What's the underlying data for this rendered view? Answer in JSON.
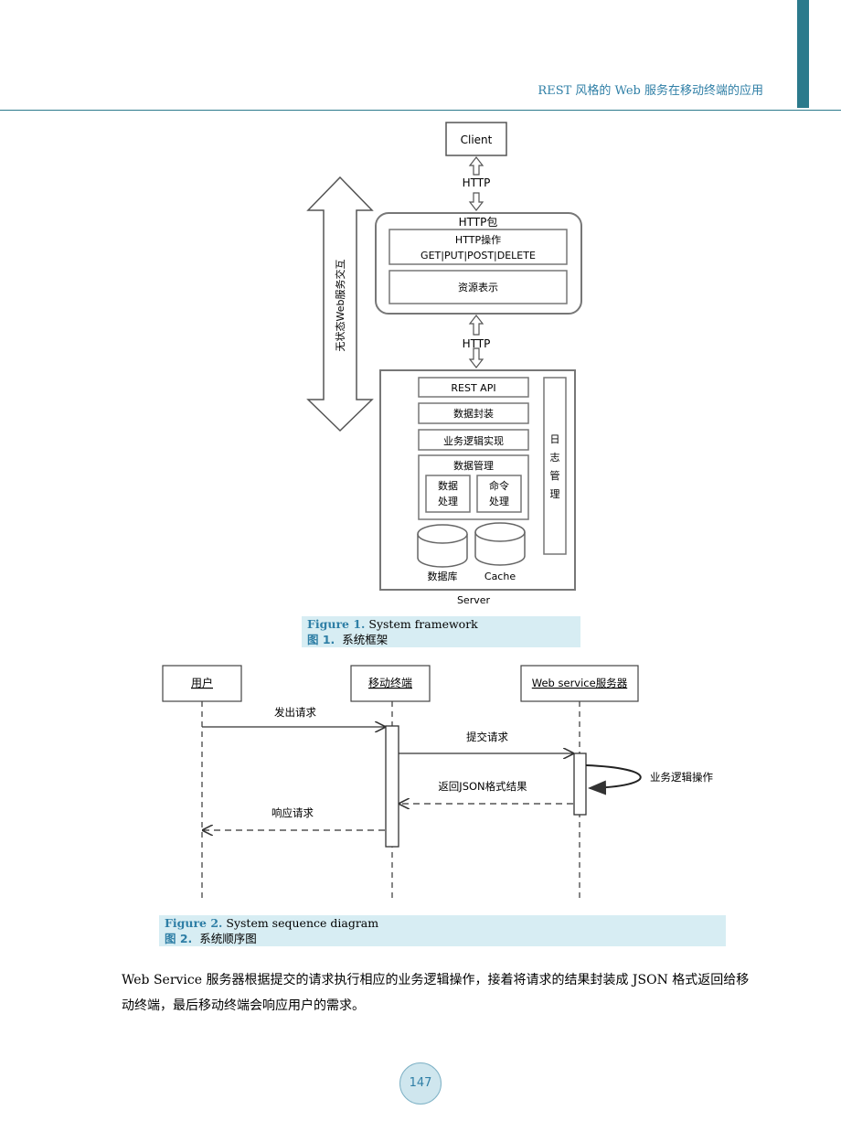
{
  "header": {
    "title": "REST 风格的 Web 服务在移动终端的应用"
  },
  "figure1": {
    "client": "Client",
    "http_top": "HTTP",
    "http_pkg": "HTTP包",
    "http_op": "HTTP操作",
    "methods": "GET|PUT|POST|DELETE",
    "resource": "资源表示",
    "http_mid": "HTTP",
    "stateless": "无状态Web服务交互",
    "rest_api": "REST API",
    "encapsulation": "数据封装",
    "logic": "业务逻辑实现",
    "data_mgmt": "数据管理",
    "data_proc_1": "数据",
    "data_proc_2": "处理",
    "cmd_proc_1": "命令",
    "cmd_proc_2": "处理",
    "log": [
      "日",
      "志",
      "管",
      "理"
    ],
    "database": "数据库",
    "cache": "Cache",
    "server": "Server",
    "caption_label": "Figure 1.",
    "caption_text": "System framework",
    "caption_label_zh": "图 1.",
    "caption_text_zh": "系统框架"
  },
  "figure2": {
    "actor_user": "用户",
    "actor_mobile": "移动终端",
    "actor_server": "Web service服务器",
    "msg_send": "发出请求",
    "msg_submit": "提交请求",
    "msg_logic": "业务逻辑操作",
    "msg_return": "返回JSON格式结果",
    "msg_respond": "响应请求",
    "caption_label": "Figure 2.",
    "caption_text": "System sequence diagram",
    "caption_label_zh": "图 2.",
    "caption_text_zh": "系统顺序图"
  },
  "body_text": "Web Service 服务器根据提交的请求执行相应的业务逻辑操作，接着将请求的结果封装成 JSON 格式返回给移动终端，最后移动终端会响应用户的需求。",
  "page_number": "147"
}
